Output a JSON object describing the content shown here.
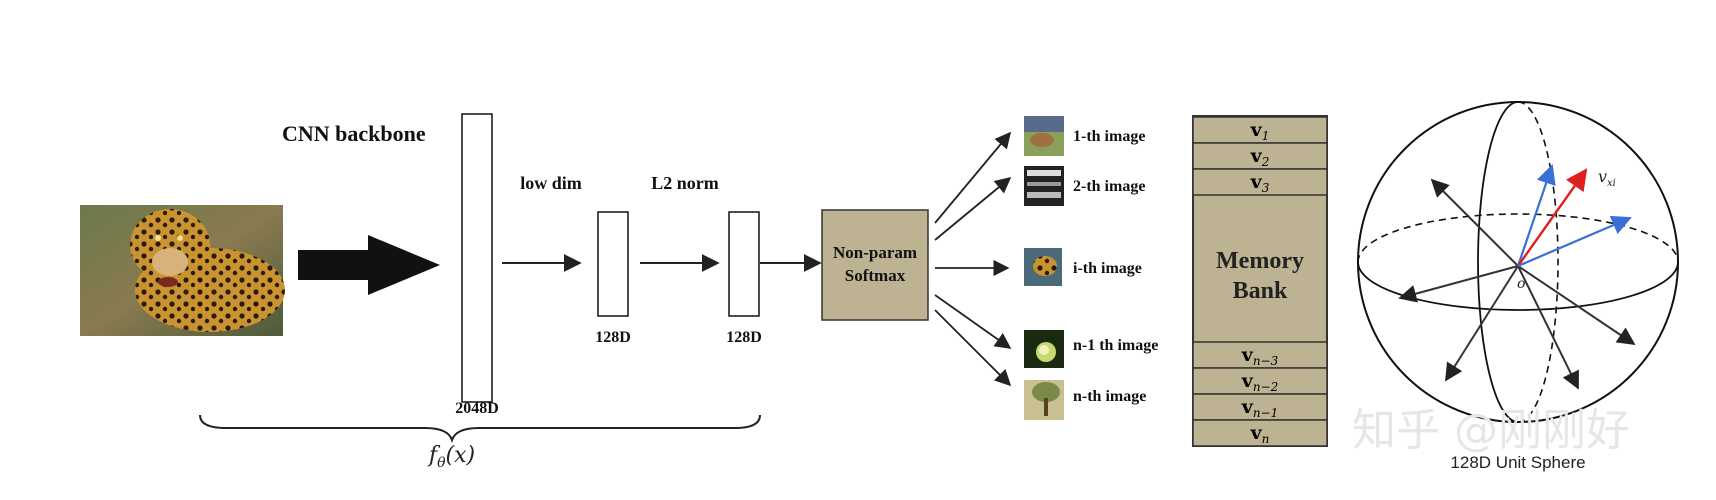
{
  "backbone": {
    "title": "CNN backbone",
    "dim_2048": "2048D",
    "func_f": "f",
    "func_theta": "θ",
    "func_x": "(x)"
  },
  "projection": {
    "low_dim": "low dim",
    "l2_norm": "L2 norm",
    "dim_a": "128D",
    "dim_b": "128D"
  },
  "softmax": {
    "line1": "Non-param",
    "line2": "Softmax",
    "fill": "#bdb292"
  },
  "images": [
    {
      "label": "1-th image"
    },
    {
      "label": "2-th image"
    },
    {
      "label": "i-th image"
    },
    {
      "label": "n-1 th image"
    },
    {
      "label": "n-th image"
    }
  ],
  "memory_bank": {
    "title_line1": "Memory",
    "title_line2": "Bank",
    "fill": "#bdb292",
    "slots": [
      {
        "v": "v",
        "sub": "1"
      },
      {
        "v": "v",
        "sub": "2"
      },
      {
        "v": "v",
        "sub": "3"
      },
      {
        "v": "v",
        "sub": "n−3"
      },
      {
        "v": "v",
        "sub": "n−2"
      },
      {
        "v": "v",
        "sub": "n−1"
      },
      {
        "v": "v",
        "sub": "n"
      }
    ]
  },
  "sphere": {
    "caption": "128D Unit Sphere",
    "origin": "o",
    "vec_label": "v",
    "vec_sub": "xi",
    "colors": {
      "red": "#e02020",
      "blue": "#3a6fd8"
    }
  },
  "watermark": "知乎 @刚刚好"
}
